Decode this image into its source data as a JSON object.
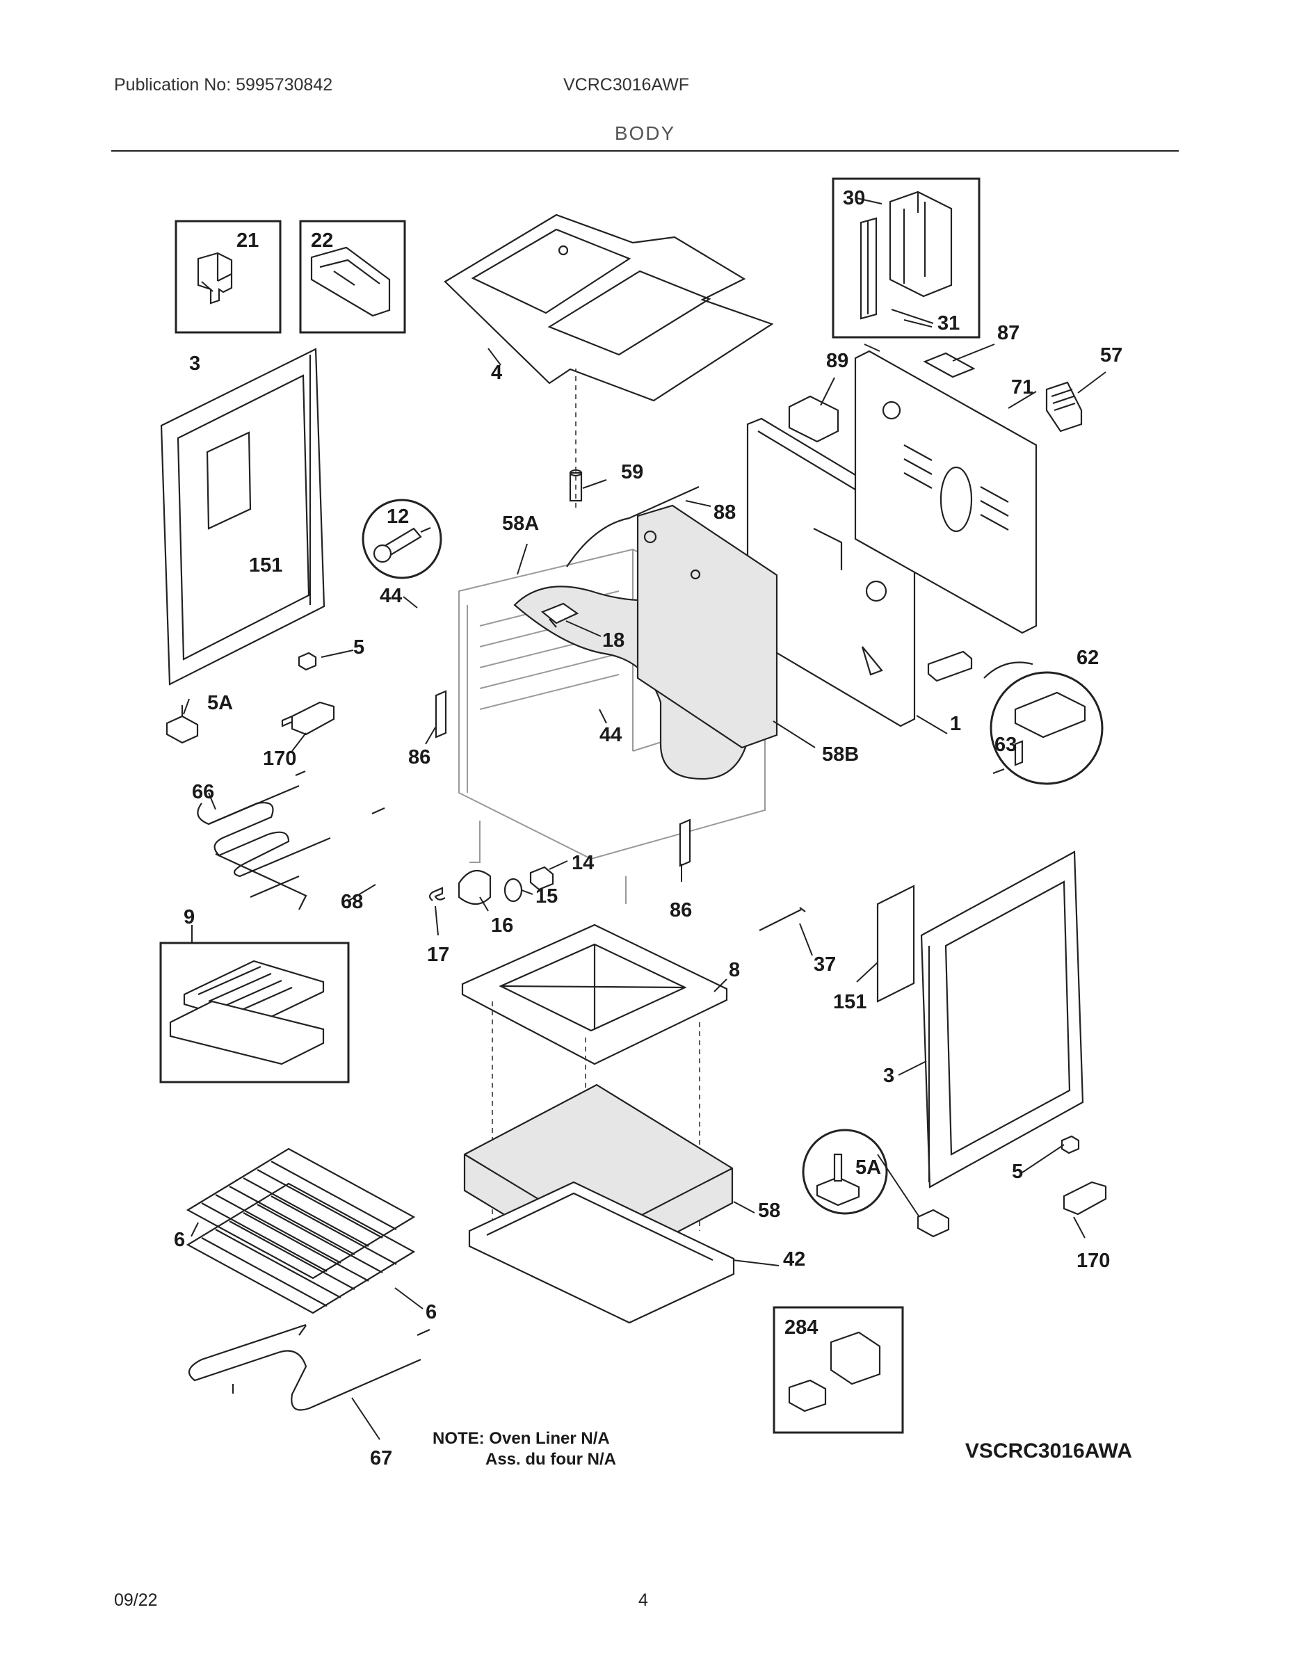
{
  "header": {
    "publication": "Publication No: 5995730842",
    "model": "VCRC3016AWF",
    "section": "BODY"
  },
  "callouts": {
    "c21": "21",
    "c22": "22",
    "c30": "30",
    "c31": "31",
    "c87": "87",
    "c57": "57",
    "c89": "89",
    "c71": "71",
    "c3a": "3",
    "c4": "4",
    "c59": "59",
    "c88": "88",
    "c12": "12",
    "c58A": "58A",
    "c151a": "151",
    "c44a": "44",
    "c18": "18",
    "c5a": "5",
    "c62": "62",
    "c5Aa": "5A",
    "c44b": "44",
    "c1": "1",
    "c63": "63",
    "c170a": "170",
    "c86a": "86",
    "c58B": "58B",
    "c66": "66",
    "c14": "14",
    "c15": "15",
    "c68": "68",
    "c16": "16",
    "c86b": "86",
    "c9": "9",
    "c17": "17",
    "c8": "8",
    "c37": "37",
    "c151b": "151",
    "c3b": "3",
    "c5Ab": "5A",
    "c5b": "5",
    "c58": "58",
    "c6a": "6",
    "c42": "42",
    "c170b": "170",
    "c6b": "6",
    "c284": "284",
    "c67": "67"
  },
  "notes": {
    "line1": "NOTE: Oven Liner N/A",
    "line2": "Ass. du four N/A",
    "variant": "VSCRC3016AWA"
  },
  "footer": {
    "date": "09/22",
    "page": "4"
  }
}
